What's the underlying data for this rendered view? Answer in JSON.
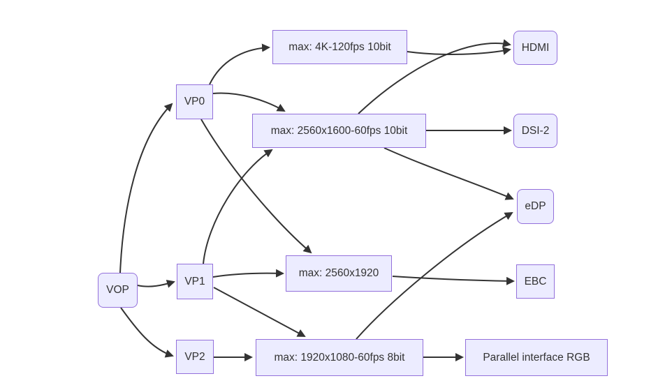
{
  "diagram": {
    "type": "flowchart",
    "direction": "left-to-right",
    "nodes": {
      "vop": {
        "label": "VOP",
        "shape": "rounded"
      },
      "vp0": {
        "label": "VP0",
        "shape": "rect"
      },
      "vp1": {
        "label": "VP1",
        "shape": "rect"
      },
      "vp2": {
        "label": "VP2",
        "shape": "rect"
      },
      "cap4k": {
        "label": "max: 4K-120fps 10bit",
        "shape": "rect"
      },
      "cap1600": {
        "label": "max: 2560x1600-60fps 10bit",
        "shape": "rect"
      },
      "cap1920": {
        "label": "max: 2560x1920",
        "shape": "rect"
      },
      "cap1080": {
        "label": "max: 1920x1080-60fps 8bit",
        "shape": "rect"
      },
      "hdmi": {
        "label": "HDMI",
        "shape": "rounded"
      },
      "dsi2": {
        "label": "DSI-2",
        "shape": "rounded"
      },
      "edp": {
        "label": "eDP",
        "shape": "rounded"
      },
      "ebc": {
        "label": "EBC",
        "shape": "rect"
      },
      "rgb": {
        "label": "Parallel interface RGB",
        "shape": "rect"
      }
    },
    "edges": [
      {
        "from": "VOP",
        "to": "VP0"
      },
      {
        "from": "VOP",
        "to": "VP1"
      },
      {
        "from": "VOP",
        "to": "VP2"
      },
      {
        "from": "VP0",
        "to": "max: 4K-120fps 10bit"
      },
      {
        "from": "VP0",
        "to": "max: 2560x1600-60fps 10bit"
      },
      {
        "from": "VP0",
        "to": "max: 2560x1920"
      },
      {
        "from": "VP1",
        "to": "max: 2560x1600-60fps 10bit"
      },
      {
        "from": "VP1",
        "to": "max: 2560x1920"
      },
      {
        "from": "VP1",
        "to": "max: 1920x1080-60fps 8bit"
      },
      {
        "from": "VP2",
        "to": "max: 1920x1080-60fps 8bit"
      },
      {
        "from": "max: 4K-120fps 10bit",
        "to": "HDMI"
      },
      {
        "from": "max: 2560x1600-60fps 10bit",
        "to": "HDMI"
      },
      {
        "from": "max: 2560x1600-60fps 10bit",
        "to": "DSI-2"
      },
      {
        "from": "max: 2560x1600-60fps 10bit",
        "to": "eDP"
      },
      {
        "from": "max: 2560x1920",
        "to": "EBC"
      },
      {
        "from": "max: 1920x1080-60fps 8bit",
        "to": "eDP"
      },
      {
        "from": "max: 1920x1080-60fps 8bit",
        "to": "Parallel interface RGB"
      }
    ],
    "colors": {
      "node_fill": "#ECECFF",
      "node_border": "#9370DB",
      "edge_stroke": "#333333",
      "text": "#333333",
      "background": "#ffffff"
    }
  }
}
